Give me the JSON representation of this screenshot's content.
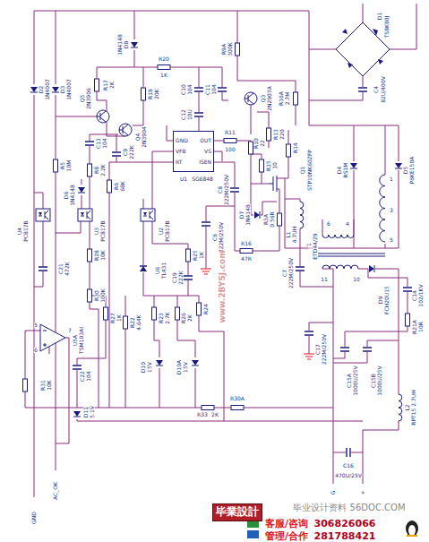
{
  "diagram": {
    "nodes": [
      {
        "text": [
          "GND",
          "OUT",
          "VFB",
          "VS",
          "RT",
          "ISEN"
        ]
      },
      {
        "text": [
          "毕業設計"
        ]
      }
    ],
    "labels": [
      "D1",
      "TS8K80J",
      "C4",
      "82U/400V",
      "R16A",
      "2.7M",
      "R9A",
      "300K",
      "D8",
      "1N4148",
      "R20",
      "1K",
      "R17",
      "2K",
      "Q5",
      "2N3906",
      "Q4",
      "2N3904",
      "R18",
      "20K",
      "C13",
      "104",
      "D2",
      "1N4007",
      "D3",
      "1N4007",
      "R5",
      "10M",
      "C9",
      "222K",
      "R8",
      "2.2K",
      "R6",
      "68K",
      "D6",
      "1N4148",
      "U1",
      "SG6848",
      "C10",
      "104",
      "C11",
      "104",
      "C12",
      "10U",
      "Q3",
      "2N2907A",
      "R11",
      "100",
      "R10",
      "22",
      "R13",
      "220",
      "R14",
      "R15",
      "10",
      "R3A",
      "0.56R",
      "Q1",
      "STP10NK60ZFP",
      "D4",
      "RS1M",
      "D5",
      "P6KE150A",
      "C8",
      "222M/250V",
      "D7",
      "1N4148",
      "L1",
      "4.7UH",
      "R16",
      "47R",
      "C6",
      "222M/250V",
      "T1",
      "ETD44/29",
      "C7",
      "222M/250V",
      "U4",
      "PC817B",
      "U3",
      "PC817B",
      "U2",
      "PC817B",
      "C21",
      "472K",
      "R28",
      "10K",
      "R30",
      "100K",
      "R27",
      "1K",
      "U5A",
      "TSM103AI",
      "C22",
      "104",
      "R31",
      "10K",
      "D11",
      "5.1V",
      "U6",
      "TL431",
      "R25",
      "1K",
      "C19",
      "222K",
      "R22",
      "4.64K",
      "R23",
      "2.7K",
      "R26",
      "2K",
      "R24",
      "D10",
      "15V",
      "D10A",
      "15V",
      "R33",
      "2K",
      "R30A",
      "C14",
      "102/1KV",
      "R21A",
      "10R",
      "D9",
      "FCH20U15",
      "C15A",
      "1000U/25V",
      "C15B",
      "1000U/25V",
      "C17",
      "222M/250V",
      "L2",
      "RPT15 2.7UH",
      "C16",
      "470U/25V",
      "G",
      "+",
      "AC_OK",
      "GND",
      "1",
      "3",
      "5",
      "6",
      "4",
      "11",
      "10",
      "5",
      "6",
      "7",
      "www.2BYSJ.com",
      "毕业设计资料 56DOC.COM",
      "客服/咨询",
      "306826066",
      "管理/合作",
      "281788421"
    ]
  }
}
